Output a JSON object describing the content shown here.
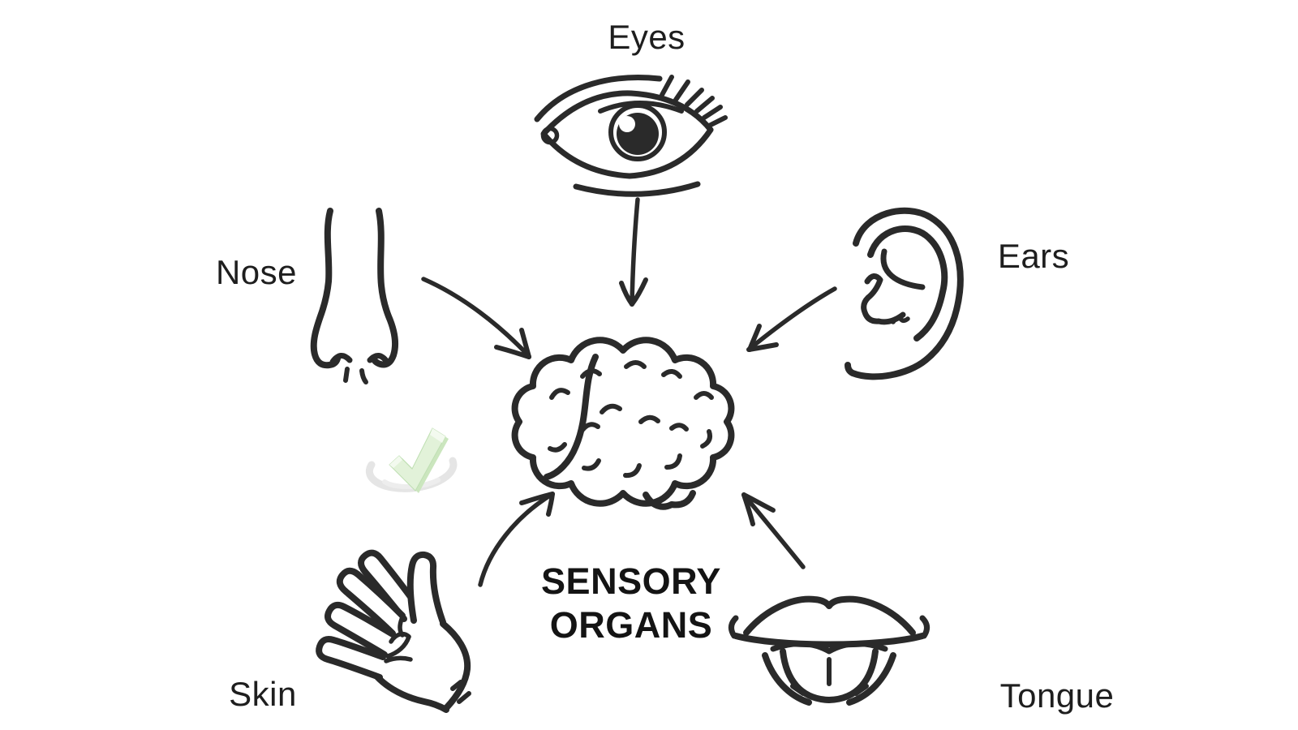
{
  "title": {
    "line1": "SENSORY",
    "line2": "ORGANS"
  },
  "labels": {
    "eyes": "Eyes",
    "nose": "Nose",
    "ears": "Ears",
    "skin": "Skin",
    "tongue": "Tongue"
  },
  "illustrations": {
    "center": "brain-icon",
    "eyes": "eye-icon",
    "nose": "nose-icon",
    "ears": "ear-icon",
    "skin": "hand-icon",
    "tongue": "mouth-tongue-icon",
    "watermark": "green-check-watermark-icon"
  },
  "arrows": [
    {
      "from": "eyes",
      "to": "brain"
    },
    {
      "from": "nose",
      "to": "brain"
    },
    {
      "from": "ears",
      "to": "brain"
    },
    {
      "from": "skin",
      "to": "brain"
    },
    {
      "from": "tongue",
      "to": "brain"
    }
  ],
  "colors": {
    "ink": "#2a2a2a",
    "text": "#1e1e1e",
    "background": "#ffffff",
    "check_green": "#dff1d5",
    "check_green_dark": "#c6e4b8",
    "check_highlight": "#f2faee",
    "swoosh_gray": "#e3e3e3"
  }
}
